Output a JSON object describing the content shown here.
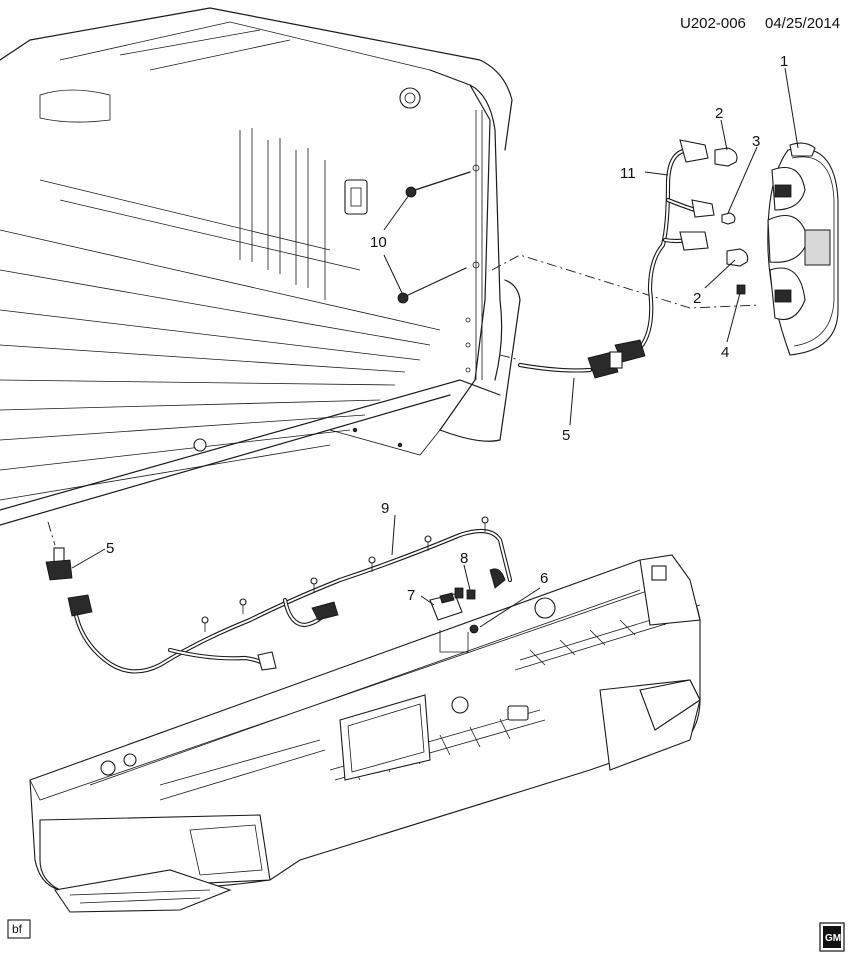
{
  "header": {
    "code": "U202-006",
    "date": "04/25/2014"
  },
  "callouts": {
    "c1": "1",
    "c2a": "2",
    "c2b": "2",
    "c3": "3",
    "c4": "4",
    "c5a": "5",
    "c5b": "5",
    "c6": "6",
    "c7": "7",
    "c8": "8",
    "c9": "9",
    "c10": "10",
    "c11": "11"
  },
  "footer": {
    "tag": "bf",
    "logo": "GM"
  }
}
